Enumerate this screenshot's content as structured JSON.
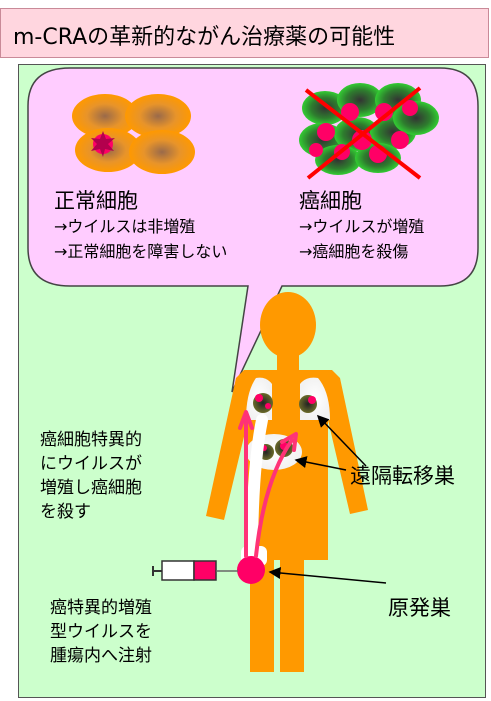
{
  "title": "m-CRAの革新的ながん治療薬の可能性",
  "normal_cell": {
    "heading": "正常細胞",
    "line1": "→ウイルスは非増殖",
    "line2": "→正常細胞を障害しない"
  },
  "cancer_cell": {
    "heading": "癌細胞",
    "line1": "→ウイルスが増殖",
    "line2": "→癌細胞を殺傷"
  },
  "left_note": [
    "癌細胞特異的",
    "にウイルスが",
    "増殖し癌細胞",
    "を殺す"
  ],
  "bottom_note": [
    "癌特異的増殖",
    "型ウイルスを",
    "腫瘍内へ注射"
  ],
  "metastasis_label": "遠隔転移巣",
  "primary_label": "原発巣",
  "colors": {
    "title_bg": "#ffd6df",
    "panel_bg": "#ccffcc",
    "bubble": "#ffccff",
    "body": "#ff9900",
    "tumor": "#ff0066",
    "cancer_cell": "#33cc33",
    "cross": "#ff0000"
  }
}
